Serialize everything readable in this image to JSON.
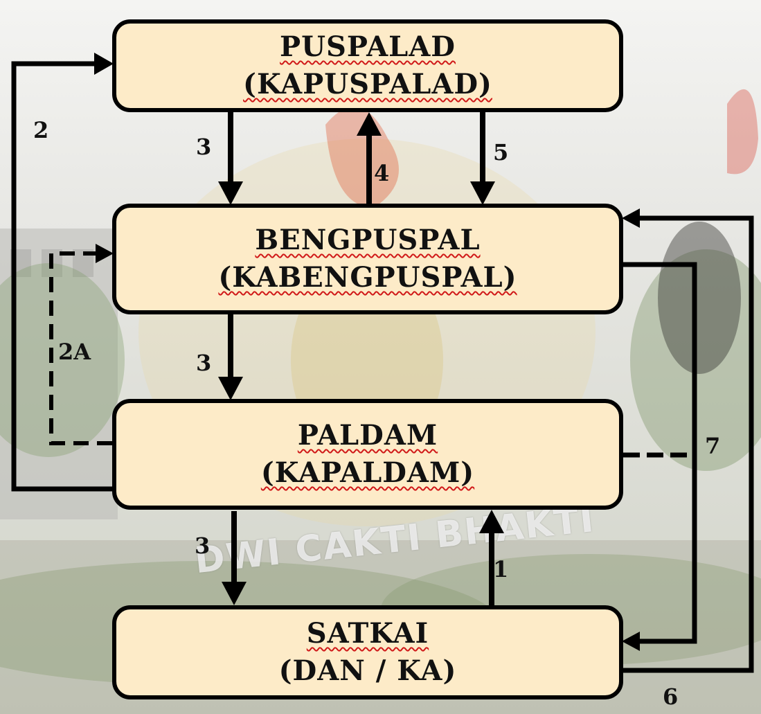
{
  "watermark": "DWI CAKTI BHAKTI",
  "nodes": {
    "puspalad": {
      "title": "PUSPALAD",
      "subtitle": "(KAPUSPALAD)"
    },
    "bengpuspal": {
      "title": "BENGPUSPAL",
      "subtitle": "(KABENGPUSPAL)"
    },
    "paldam": {
      "title": "PALDAM",
      "subtitle": "(KAPALDAM)"
    },
    "satkai": {
      "title": "SATKAI",
      "subtitle": "(DAN / KA)"
    }
  },
  "edge_labels": {
    "e2": "2",
    "e2a": "2A",
    "e3_top": "3",
    "e4": "4",
    "e5": "5",
    "e3_mid": "3",
    "e3_bottom": "3",
    "e1": "1",
    "e7": "7",
    "e6": "6"
  },
  "colors": {
    "box_fill": "#fdebc8",
    "line": "#000000",
    "underline": "#d01818"
  }
}
